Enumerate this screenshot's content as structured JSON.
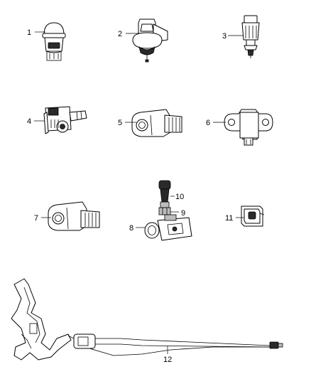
{
  "callouts": [
    {
      "num": "1"
    },
    {
      "num": "2"
    },
    {
      "num": "3"
    },
    {
      "num": "4"
    },
    {
      "num": "5"
    },
    {
      "num": "6"
    },
    {
      "num": "7"
    },
    {
      "num": "8"
    },
    {
      "num": "9"
    },
    {
      "num": "10"
    },
    {
      "num": "11"
    },
    {
      "num": "12"
    }
  ]
}
